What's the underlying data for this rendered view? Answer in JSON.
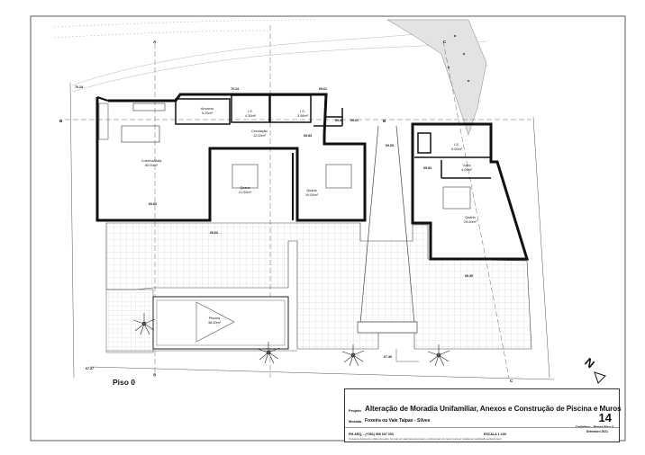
{
  "drawing": {
    "floor_label": "Piso 0",
    "rooms": [
      {
        "id": "arrumos",
        "name": "Arrumos",
        "area": "5.20m²"
      },
      {
        "id": "is1",
        "name": "I.S.",
        "area": "4.30m²"
      },
      {
        "id": "is2",
        "name": "I.S.",
        "area": "3.98m²"
      },
      {
        "id": "circulacao",
        "name": "Circulação",
        "area": "12.00m²"
      },
      {
        "id": "cozinha",
        "name": "Cozinha/Sala",
        "area": "60.00m²"
      },
      {
        "id": "quarto1",
        "name": "Quarto",
        "area": "21.50m²"
      },
      {
        "id": "quarto2",
        "name": "Quarto",
        "area": "19.00m²"
      },
      {
        "id": "is3",
        "name": "I.S.",
        "area": "6.00m²"
      },
      {
        "id": "copa",
        "name": "Copa",
        "area": "4.00m²"
      },
      {
        "id": "quarto3",
        "name": "Quarto",
        "area": "29.00m²"
      },
      {
        "id": "piscina",
        "name": "Piscina",
        "area": "38.00m²"
      }
    ],
    "levels": {
      "l1": "70.24",
      "l2": "70.24",
      "l3": "69.61",
      "l4": "69.83",
      "l5": "69.61",
      "l6": "69.83",
      "l7": "69.55",
      "l8": "69.83",
      "l9": "69.83",
      "l10": "69.63",
      "l11": "69.55",
      "l12": "67.36",
      "l13": "67.27"
    },
    "section_marks": {
      "a": "A",
      "b": "B",
      "c": "C"
    },
    "north": "N"
  },
  "title_block": {
    "project_label": "Projeto",
    "project_title": "Alteração de Moradia Unifamiliar, Anexos e Construção de Piscina e Muros",
    "location_label": "Morada",
    "location": "Foxeira ou Vale Talpas - Silves",
    "sheet_number": "14",
    "phase": "Definitivo - Planta Piso 0",
    "date": "Setembro 2021",
    "architect": "PM ARQ. - (+351) 969 637 003",
    "scale": "ESCALA   1:100",
    "fine_print": "O presente documento é objeto de registo. Só pode ser usado para este projeto e nenhuma parte do mesmo pode ser copiada sem autorização escrita do autor."
  }
}
